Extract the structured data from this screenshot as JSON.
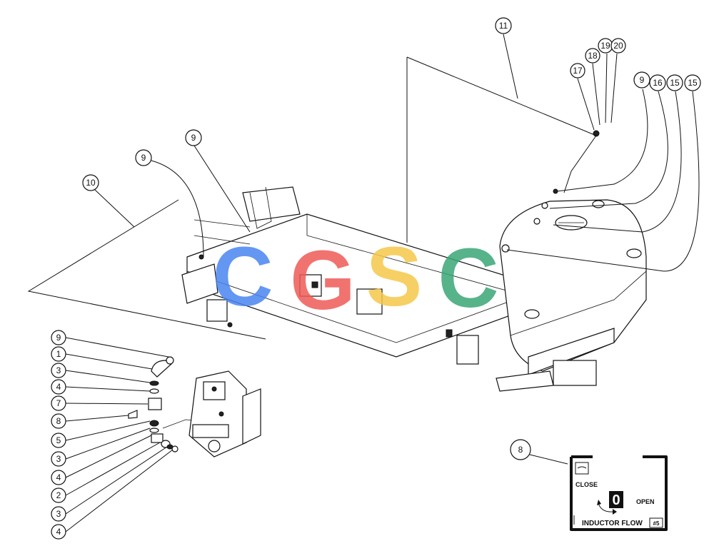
{
  "callouts": {
    "c11": "11",
    "c17": "17",
    "c18": "18",
    "c19": "19",
    "c20": "20",
    "c9a": "9",
    "c16": "16",
    "c15a": "15",
    "c15b": "15",
    "c9b": "9",
    "c9c": "9",
    "c10": "10",
    "c8": "8"
  },
  "explode_callouts": [
    "9",
    "1",
    "3",
    "4",
    "7",
    "8",
    "5",
    "3",
    "4",
    "2",
    "3",
    "4"
  ],
  "decal": {
    "close_label": "CLOSE",
    "open_label": "OPEN",
    "indicator_value": "0",
    "title": "INDUCTOR FLOW",
    "badge": "#5"
  },
  "watermark": {
    "letters": [
      "C",
      "G",
      "S",
      "C"
    ],
    "colors": [
      "#4a86f0",
      "#ef5b57",
      "#f5c84a",
      "#3aa676"
    ]
  }
}
